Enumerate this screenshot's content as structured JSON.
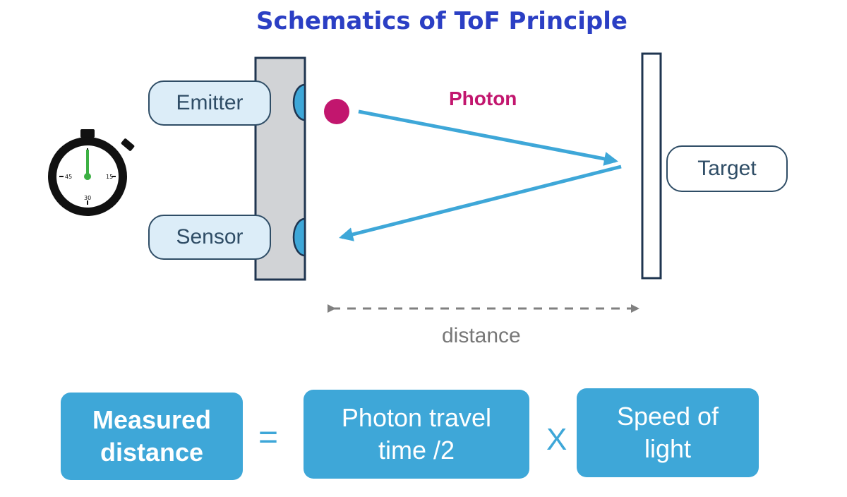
{
  "title": "Schematics of ToF Principle",
  "labels": {
    "emitter": "Emitter",
    "sensor": "Sensor",
    "target": "Target",
    "photon": "Photon",
    "distance": "distance"
  },
  "formula": {
    "result_line1": "Measured",
    "result_line2": "distance",
    "equals": "=",
    "term1_line1": "Photon travel",
    "term1_line2": "time /2",
    "times": "X",
    "term2_line1": "Speed of",
    "term2_line2": "light"
  },
  "stopwatch_ticks": {
    "left": "45",
    "right": "15",
    "bottom": "30"
  },
  "colors": {
    "title": "#2b3fc4",
    "beam": "#3ea7d8",
    "photon": "#c2166e",
    "panel": "#d1d3d6",
    "outline": "#1f3550",
    "formula_box": "#3ea7d8",
    "stopwatch_hand": "#3cb043"
  },
  "icons": [
    "stopwatch-icon",
    "photon-dot"
  ]
}
